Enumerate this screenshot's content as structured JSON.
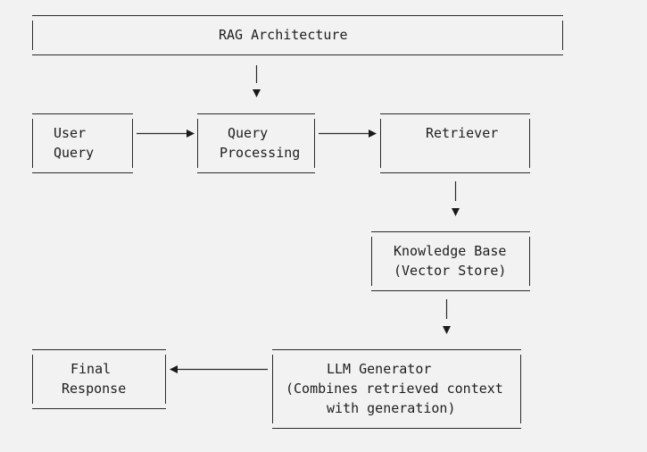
{
  "diagram": {
    "title": "RAG Architecture",
    "nodes": {
      "user_query": {
        "line1": "User",
        "line2": "Query"
      },
      "query_processing": {
        "line1": "Query",
        "line2": "Processing"
      },
      "retriever": {
        "line1": "Retriever"
      },
      "knowledge_base": {
        "line1": "Knowledge Base",
        "line2": "(Vector Store)"
      },
      "llm_generator": {
        "line1": "LLM Generator",
        "line2": "(Combines retrieved context",
        "line3": "with generation)"
      },
      "final_response": {
        "line1": "Final",
        "line2": "Response"
      }
    },
    "edges": [
      {
        "from": "title",
        "to": "query_processing"
      },
      {
        "from": "user_query",
        "to": "query_processing"
      },
      {
        "from": "query_processing",
        "to": "retriever"
      },
      {
        "from": "retriever",
        "to": "knowledge_base"
      },
      {
        "from": "knowledge_base",
        "to": "llm_generator"
      },
      {
        "from": "llm_generator",
        "to": "final_response"
      }
    ],
    "colors": {
      "background": "#f2f2f2",
      "stroke": "#2a2a2a",
      "text": "#1e1e1e"
    }
  }
}
